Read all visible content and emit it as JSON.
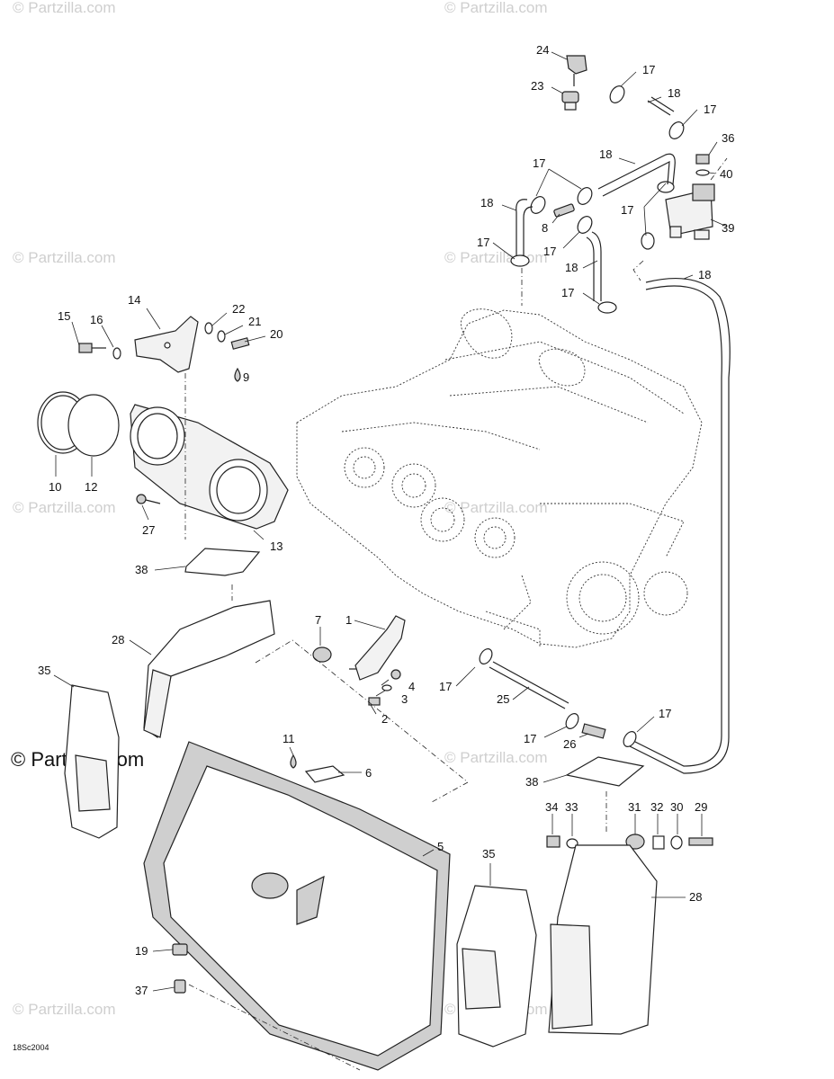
{
  "watermarks": {
    "tl": "© Partzilla.com",
    "tr": "© Partzilla.com",
    "ml": "© Partzilla.com",
    "mc": "© Partzilla.com",
    "cl": "© Partzilla.com",
    "cc": "© Partzilla.com",
    "bl_big": "© Partzilla.com",
    "bc": "© Partzilla.com",
    "ll": "© Partzilla.com",
    "lc": "© Partzilla.com"
  },
  "diagram_code": "18Sc2004",
  "callouts": [
    "24",
    "17",
    "23",
    "18",
    "17",
    "36",
    "18",
    "17",
    "40",
    "18",
    "8",
    "17",
    "39",
    "17",
    "17",
    "18",
    "17",
    "18",
    "17",
    "14",
    "15",
    "16",
    "22",
    "21",
    "20",
    "9",
    "10",
    "12",
    "27",
    "13",
    "38",
    "7",
    "1",
    "28",
    "4",
    "3",
    "2",
    "35",
    "17",
    "25",
    "17",
    "17",
    "26",
    "11",
    "6",
    "38",
    "34",
    "33",
    "31",
    "32",
    "30",
    "29",
    "5",
    "35",
    "28",
    "19",
    "37"
  ]
}
